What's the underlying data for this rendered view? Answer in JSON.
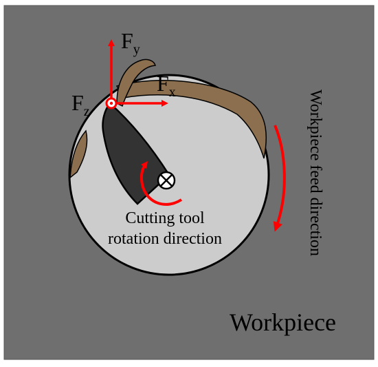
{
  "labels": {
    "force_y": "F",
    "force_y_sub": "y",
    "force_x": "F",
    "force_x_sub": "x",
    "force_z": "F",
    "force_z_sub": "z",
    "tool_rotation_line1": "Cutting tool",
    "tool_rotation_line2": "rotation direction",
    "feed_direction": "Workpiece feed direction",
    "workpiece": "Workpiece"
  },
  "colors": {
    "background": "#6f6f6f",
    "workpiece_disc": "#cccccc",
    "chip": "#8b6f4e",
    "cutting_tool": "#333333",
    "arrow": "#ff0000",
    "outline": "#000000"
  },
  "icons": {
    "axis_marker": "circled-x-icon",
    "force_origin": "circled-dot-icon"
  }
}
